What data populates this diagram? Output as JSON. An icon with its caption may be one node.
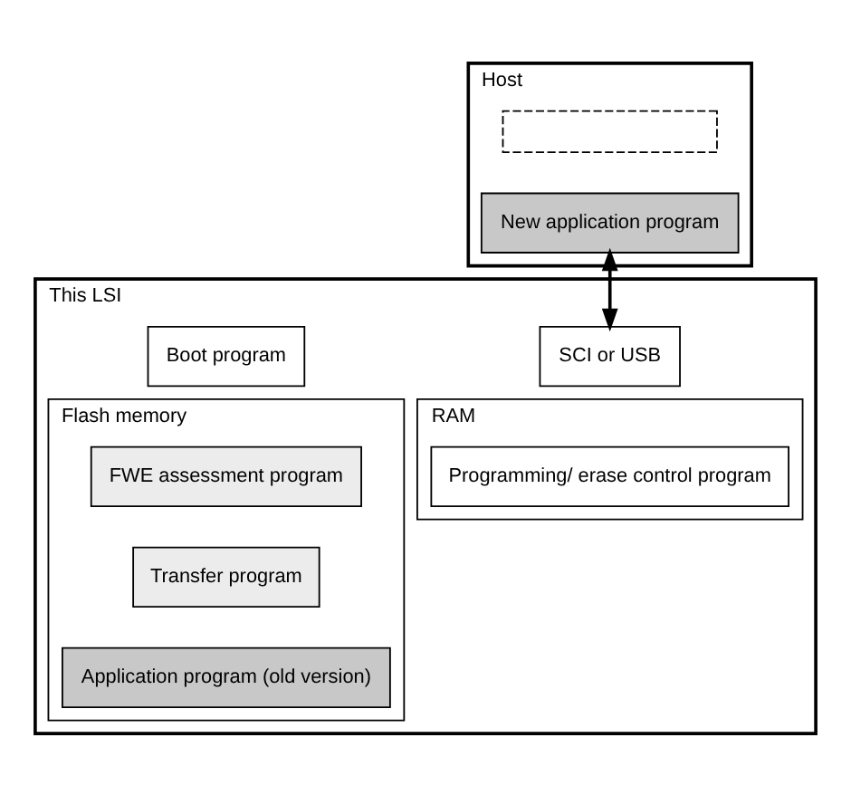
{
  "diagram": {
    "nodes": [
      {
        "text": [
          "Host"
        ]
      },
      {
        "text": [],
        "shape": "box",
        "in": 0
      },
      {
        "text": [
          "New application program"
        ],
        "in": 0
      },
      {
        "text": [
          "This LSI"
        ]
      },
      {
        "text": [
          "SCI or USB"
        ],
        "in": 3
      },
      {
        "text": [
          "Boot program"
        ],
        "in": 3
      },
      {
        "text": [
          "Flash memory"
        ],
        "in": 3
      },
      {
        "text": [
          "FWE assessment program"
        ],
        "in": 6
      },
      {
        "text": [
          "Transfer program"
        ],
        "in": 6
      },
      {
        "text": [
          "Application program (old version)"
        ],
        "in": 6
      },
      {
        "text": [
          "RAM"
        ],
        "in": 3
      },
      {
        "text": [
          "Programming/ erase control program"
        ],
        "in": 10
      }
    ],
    "edges": [
      {
        "from": 2,
        "to": 4,
        "arrow": "both"
      }
    ]
  }
}
